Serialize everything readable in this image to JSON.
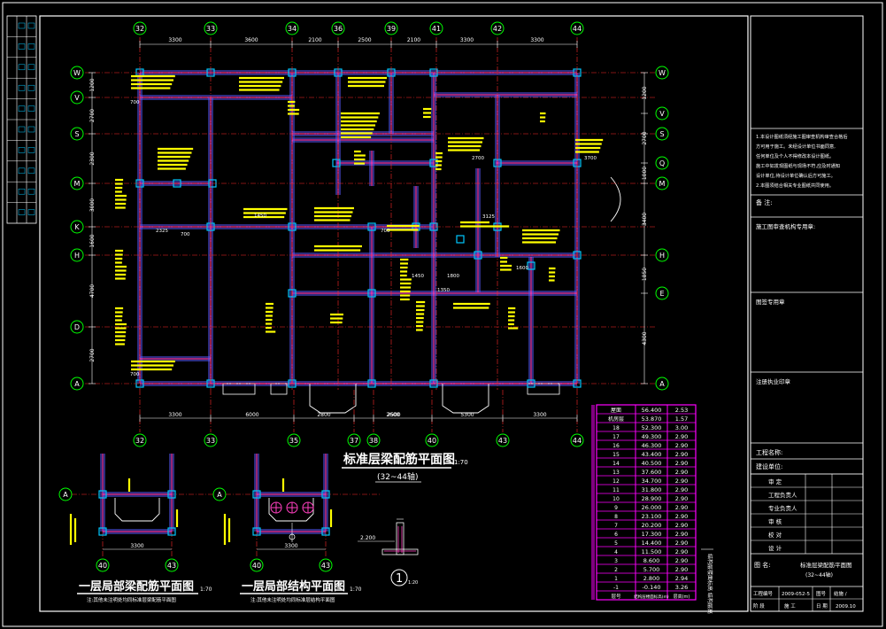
{
  "drawing": {
    "main_title": "标准层梁配筋平面图",
    "main_scale": "1:70",
    "main_subtitle": "(32~44轴)",
    "left_title": "一层局部梁配筋平面图",
    "left_scale": "1:70",
    "left_note": "注:其他未注明处均同标准层梁配筋平面图",
    "mid_title": "一层局部结构平面图",
    "mid_scale": "1:70",
    "mid_note": "注:其他未注明处均同标准层结构平面图",
    "detail_label": "1",
    "detail_scale": "1:20",
    "detail_elev": "2.200"
  },
  "axes_top": [
    "32",
    "33",
    "34",
    "36",
    "39",
    "41",
    "42",
    "44"
  ],
  "axes_bottom": [
    "32",
    "33",
    "35",
    "37",
    "38",
    "40",
    "43",
    "44"
  ],
  "axes_left": [
    "W",
    "V",
    "S",
    "M",
    "K",
    "H",
    "D",
    "A"
  ],
  "axes_right": [
    "W",
    "V",
    "S",
    "Q",
    "M",
    "H",
    "E",
    "A"
  ],
  "dims_top": [
    "3300",
    "3600",
    "2100",
    "2500",
    "2100",
    "3300",
    "3300"
  ],
  "dims_bottom": [
    "3300",
    "6000",
    "2800",
    "2500",
    "2600",
    "5300",
    "3300"
  ],
  "dims_left": [
    "1200",
    "2700",
    "2300",
    "3000",
    "1600",
    "4700",
    "2700"
  ],
  "dims_right": [
    "1200",
    "2700",
    "1000",
    "3400",
    "1850",
    "4300"
  ],
  "local_axes_left": [
    "A",
    "40",
    "43"
  ],
  "local_axes_mid": [
    "A",
    "40",
    "43"
  ],
  "local_dims": [
    "3300",
    "3300"
  ],
  "level_table": {
    "rows": [
      [
        "屋面",
        "56.400",
        "2.53"
      ],
      [
        "机房层",
        "53.870",
        "1.57"
      ],
      [
        "18",
        "52.300",
        "3.00"
      ],
      [
        "17",
        "49.300",
        "2.90"
      ],
      [
        "16",
        "46.300",
        "2.90"
      ],
      [
        "15",
        "43.400",
        "2.90"
      ],
      [
        "14",
        "40.500",
        "2.90"
      ],
      [
        "13",
        "37.600",
        "2.90"
      ],
      [
        "12",
        "34.700",
        "2.90"
      ],
      [
        "11",
        "31.800",
        "2.90"
      ],
      [
        "10",
        "28.900",
        "2.90"
      ],
      [
        "9",
        "26.000",
        "2.90"
      ],
      [
        "8",
        "23.100",
        "2.90"
      ],
      [
        "7",
        "20.200",
        "2.90"
      ],
      [
        "6",
        "17.300",
        "2.90"
      ],
      [
        "5",
        "14.400",
        "2.90"
      ],
      [
        "4",
        "11.500",
        "2.90"
      ],
      [
        "3",
        "8.600",
        "2.90"
      ],
      [
        "2",
        "5.700",
        "2.90"
      ],
      [
        "1",
        "2.800",
        "2.94"
      ],
      [
        "-1",
        "-0.140",
        "3.26"
      ]
    ],
    "footer": [
      "层号",
      "结构层楼面标高(m)",
      "层高(m)"
    ],
    "side_label": "结构层楼面标高 结构层高"
  },
  "title_block": {
    "notes": [
      "1.本设计图纸须经施工图审查机构审查合格后",
      "方可用于施工。未经设计单位书面同意,",
      "任何单位及个人不得修改本设计图纸。",
      "施工中如发现图纸与现场不符,应及时通知",
      "设计单位,待设计单位确认后方可施工。",
      "2.本图须结合相关专业图纸共同使用。"
    ],
    "remark_label": "备 注:",
    "stamp1": "施工图审查机构专用章:",
    "stamp2": "图签专用章",
    "stamp3": "注册执业印章",
    "project": "工程名称:",
    "builder": "建设单位:",
    "roles": [
      "审 定",
      "工程负责人",
      "专业负责人",
      "审 核",
      "校 对",
      "设 计"
    ],
    "drawing_name_label": "图 名:",
    "drawing_name": "标准层梁配筋平面图",
    "drawing_name_sub": "(32~44轴)",
    "project_no_label": "工程编号",
    "project_no": "2009-052-5",
    "sheet_no_label": "图号",
    "sheet_no": "结施 /",
    "stage_label": "阶 段",
    "stage": "施 工",
    "date_label": "日 期",
    "date": "2009.10"
  },
  "colors": {
    "background": "#000000",
    "wall": "#5a5aff",
    "beam": "#ff3fc0",
    "column": "#00c8ff",
    "axis": "#ff2a2a",
    "label": "#ffff00",
    "text": "#ffffff",
    "bubble": "#00ff00",
    "dim": "#ffffff",
    "table": "#ff00ff"
  }
}
